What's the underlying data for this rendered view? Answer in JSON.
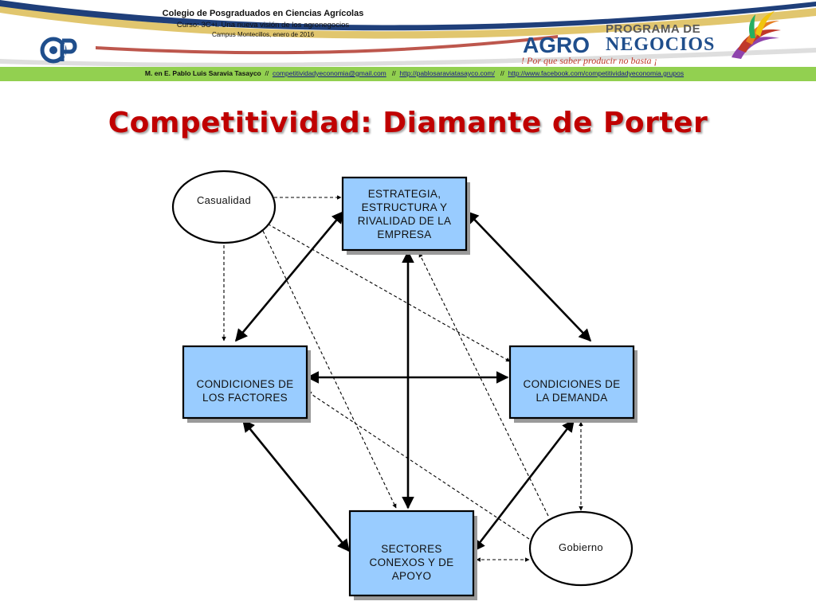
{
  "header": {
    "institution": "Colegio de Posgraduados en Ciencias Agrícolas",
    "course": "Curso: 3C+i. Una nueva visión de los agronegocios",
    "campus": "Campus Montecillos, enero de 2016",
    "cp_logo_icon": "cp-monogram-logo",
    "program_logo": {
      "program_of": "PROGRAMA DE",
      "agro": "AGRO",
      "negocios": "NEGOCIOS",
      "slogan": "! Por que saber producir no basta ¡",
      "icon": "colorful-swoosh-logo"
    },
    "colors": {
      "band_blue": "#1f3f7a",
      "band_gold": "#c9a227",
      "band_red": "#b23a2e"
    }
  },
  "author_bar": {
    "author": "M. en E. Pablo Luis Saravia Tasayco",
    "sep": "//",
    "email": "competitividadyeconomia@gmail.com",
    "blog": "http://pablosaraviatasayco.com/",
    "facebook": "http://www.facebook.com/competitividadyeconomia.grupos",
    "color": "#92d050"
  },
  "title": "Competitividad: Diamante de Porter",
  "diagram": {
    "box_color": "#99ccff",
    "nodes": {
      "estrategia": "ESTRATEGIA,\nESTRUCTURA  Y\nRIVALIDAD DE LA\nEMPRESA",
      "factores": "CONDICIONES  DE\nLOS FACTORES",
      "demanda": "CONDICIONES  DE\nLA DEMANDA",
      "sectores": "SECTORES\nCONEXOS Y DE\nAPOYO",
      "casualidad": "Casualidad",
      "gobierno": "Gobierno"
    },
    "edges": [
      {
        "from": "estrategia",
        "to": "factores",
        "style": "solid",
        "arrows": "both"
      },
      {
        "from": "estrategia",
        "to": "demanda",
        "style": "solid",
        "arrows": "both"
      },
      {
        "from": "factores",
        "to": "demanda",
        "style": "solid",
        "arrows": "both"
      },
      {
        "from": "estrategia",
        "to": "sectores",
        "style": "solid",
        "arrows": "both"
      },
      {
        "from": "factores",
        "to": "sectores",
        "style": "solid",
        "arrows": "both"
      },
      {
        "from": "demanda",
        "to": "sectores",
        "style": "solid",
        "arrows": "both"
      },
      {
        "from": "casualidad",
        "to": "estrategia",
        "style": "dashed",
        "arrows": "to"
      },
      {
        "from": "casualidad",
        "to": "factores",
        "style": "dashed",
        "arrows": "to"
      },
      {
        "from": "casualidad",
        "to": "demanda",
        "style": "dashed",
        "arrows": "to"
      },
      {
        "from": "casualidad",
        "to": "sectores",
        "style": "dashed",
        "arrows": "to"
      },
      {
        "from": "gobierno",
        "to": "estrategia",
        "style": "dashed",
        "arrows": "to"
      },
      {
        "from": "gobierno",
        "to": "factores",
        "style": "dashed",
        "arrows": "to"
      },
      {
        "from": "gobierno",
        "to": "demanda",
        "style": "dashed",
        "arrows": "both"
      },
      {
        "from": "gobierno",
        "to": "sectores",
        "style": "dashed",
        "arrows": "both"
      }
    ]
  }
}
